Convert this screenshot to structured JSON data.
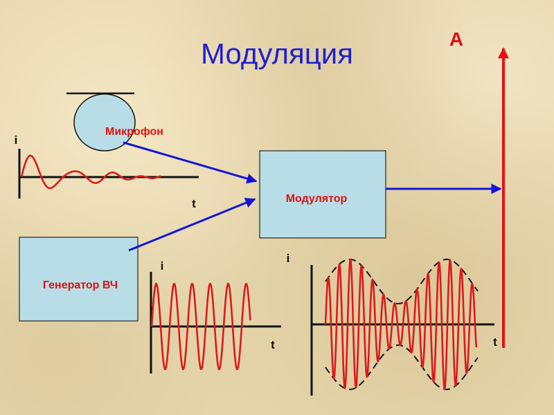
{
  "title": "Модуляция",
  "antenna_label": "А",
  "microphone": {
    "label": "Микрофон"
  },
  "generator": {
    "label": "Генератор ВЧ"
  },
  "modulator": {
    "label": "Модулятор"
  },
  "axes": {
    "current_label": "i",
    "time_label": "t"
  },
  "colors": {
    "title": "#1f1fd0",
    "label_red": "#e01010",
    "box_fill": "#b8dde6",
    "arrow_blue": "#1414d8",
    "wave_red": "#e01818",
    "background": "#e6d6ad"
  },
  "icons": {
    "antenna": "antenna-icon",
    "microphone": "microphone-icon"
  }
}
